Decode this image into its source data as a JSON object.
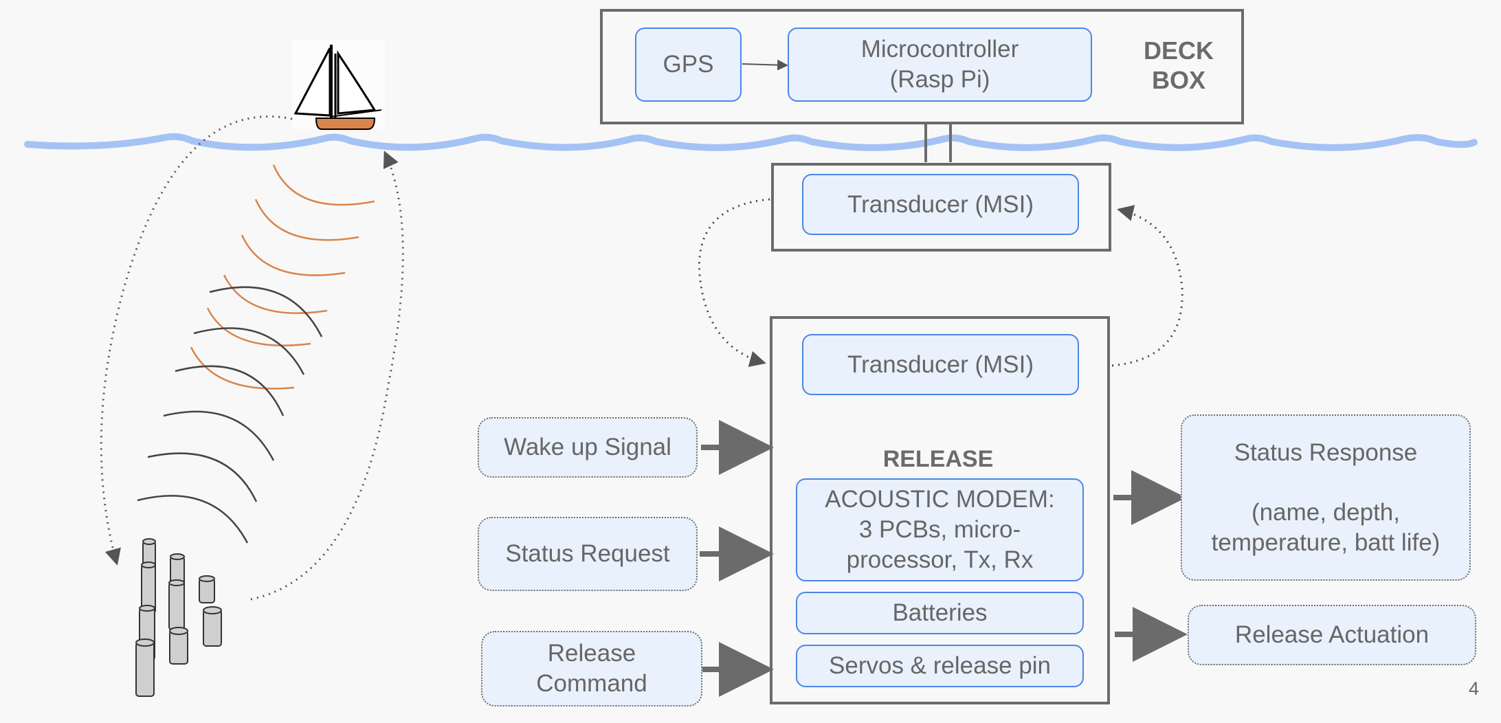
{
  "deck_box": {
    "label": "DECK\nBOX",
    "gps": "GPS",
    "microcontroller": "Microcontroller\n(Rasp Pi)"
  },
  "transducer_top": "Transducer (MSI)",
  "release": {
    "label": "RELEASE",
    "transducer": "Transducer (MSI)",
    "modem": "ACOUSTIC MODEM:\n3 PCBs, micro-\nprocessor, Tx, Rx",
    "batteries": "Batteries",
    "servos": "Servos & release pin"
  },
  "inputs": {
    "wake_up": "Wake up Signal",
    "status_request": "Status Request",
    "release_command": "Release\nCommand"
  },
  "outputs": {
    "status_response": "Status Response\n\n(name, depth,\ntemperature, batt life)",
    "release_actuation": "Release Actuation"
  },
  "page_number": "4",
  "colors": {
    "box_fill": "#e9f1fd",
    "box_border": "#4a86e8",
    "frame": "#6b6b6b",
    "water": "#a4c2f4",
    "ping_orange": "#d9844a",
    "ping_dark": "#444444",
    "hull": "#d9844a"
  }
}
